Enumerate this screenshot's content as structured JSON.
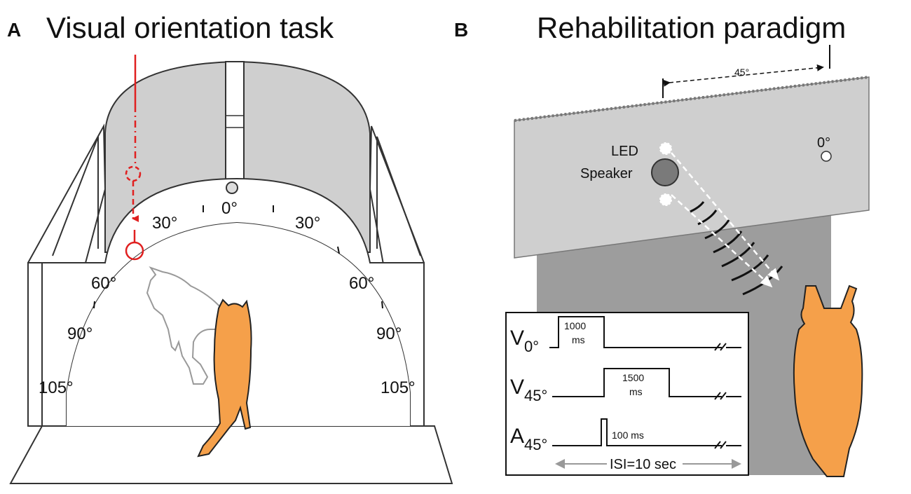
{
  "panel_a": {
    "letter": "A",
    "title": "Visual orientation task",
    "angles": {
      "center": "0°",
      "left_30": "30°",
      "right_30": "30°",
      "left_60": "60°",
      "right_60": "60°",
      "left_90": "90°",
      "right_90": "90°",
      "left_105": "105°",
      "right_105": "105°"
    }
  },
  "panel_b": {
    "letter": "B",
    "title": "Rehabilitation paradigm",
    "offset_label": "45°",
    "zero_label": "0°",
    "led_label": "LED",
    "speaker_label": "Speaker",
    "timeline": {
      "rows": [
        {
          "label": "V",
          "sub": "0°",
          "duration": "1000",
          "unit": "ms"
        },
        {
          "label": "V",
          "sub": "45°",
          "duration": "1500",
          "unit": "ms"
        },
        {
          "label": "A",
          "sub": "45°",
          "duration": "100 ms"
        }
      ],
      "isi": "ISI=10 sec"
    }
  },
  "colors": {
    "cat": "#f5a04a",
    "red": "#e02020",
    "screen": "#cfcfcf",
    "backdrop": "#9d9d9d"
  }
}
